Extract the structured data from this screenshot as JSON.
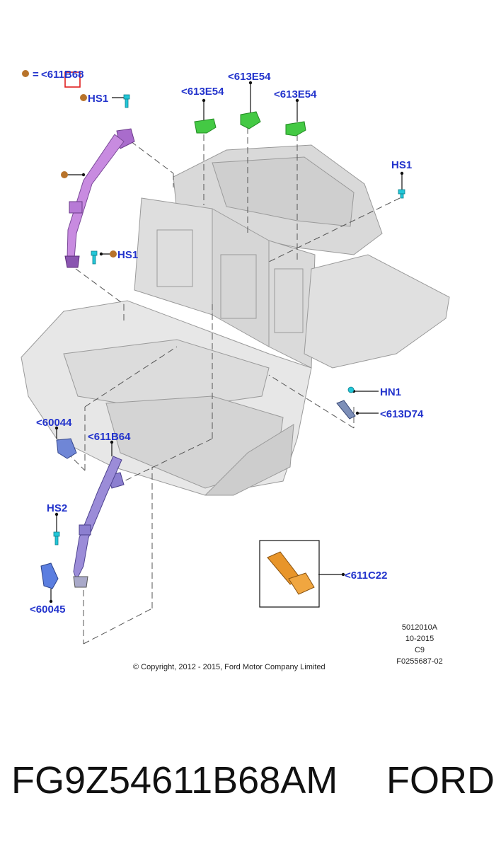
{
  "callouts": {
    "legend_label": "=",
    "legend_part": "<611B68",
    "hs1_top": "HS1",
    "e54_left": "<613E54",
    "e54_mid": "<613E54",
    "e54_right": "<613E54",
    "hs1_right": "HS1",
    "hs1_left": "HS1",
    "hn1": "HN1",
    "d74": "<613D74",
    "p60044": "<60044",
    "b64": "<611B64",
    "hs2": "HS2",
    "c22": "<611C22",
    "p60045": "<60045"
  },
  "meta": {
    "illustration_id": "5012010A",
    "date": "10-2015",
    "code": "C9",
    "figure_id": "F0255687-02"
  },
  "copyright": "© Copyright, 2012 - 2015, Ford Motor Company Limited",
  "footer": {
    "part_number": "FG9Z54611B68AM",
    "brand": "FORD"
  },
  "colors": {
    "callout_text": "#2233cc",
    "marker_dot": "#b8732a",
    "belt_purple": "#c88be0",
    "belt_lavender": "#9b8cd8",
    "clip_green": "#44c944",
    "buckle_blue": "#5b7ee0",
    "fastener_cyan": "#22c7d8",
    "belt_orange": "#e8952a",
    "body_gray": "#e3e3e3"
  }
}
